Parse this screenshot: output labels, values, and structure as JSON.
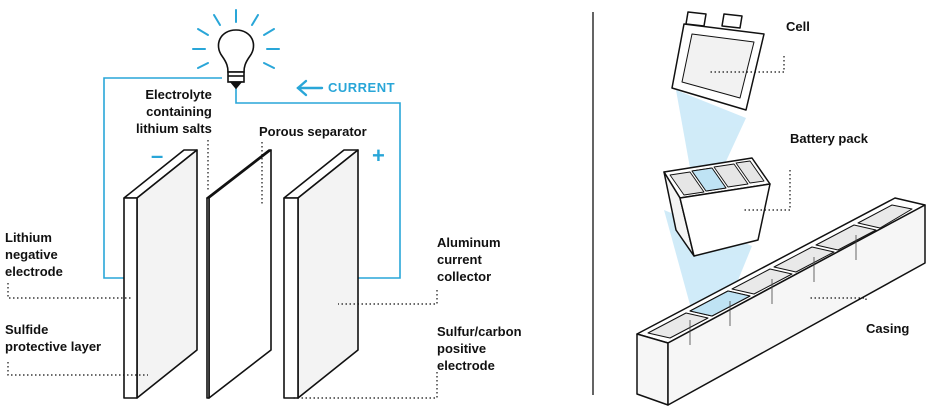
{
  "left_panel": {
    "current_label": "CURRENT",
    "negative_sign": "–",
    "positive_sign": "+",
    "labels": {
      "electrolyte": "Electrolyte\ncontaining\nlithium salts",
      "separator": "Porous separator",
      "negative_electrode": "Lithium\nnegative\nelectrode",
      "protective_layer": "Sulfide\nprotective layer",
      "collector": "Aluminum\ncurrent\ncollector",
      "positive_electrode": "Sulfur/carbon\npositive\nelectrode"
    }
  },
  "right_panel": {
    "labels": {
      "cell": "Cell",
      "battery_pack": "Battery pack",
      "casing": "Casing"
    }
  },
  "colors": {
    "accent": "#29a6d8",
    "glow": "#cbe9f8",
    "line": "#111111"
  }
}
